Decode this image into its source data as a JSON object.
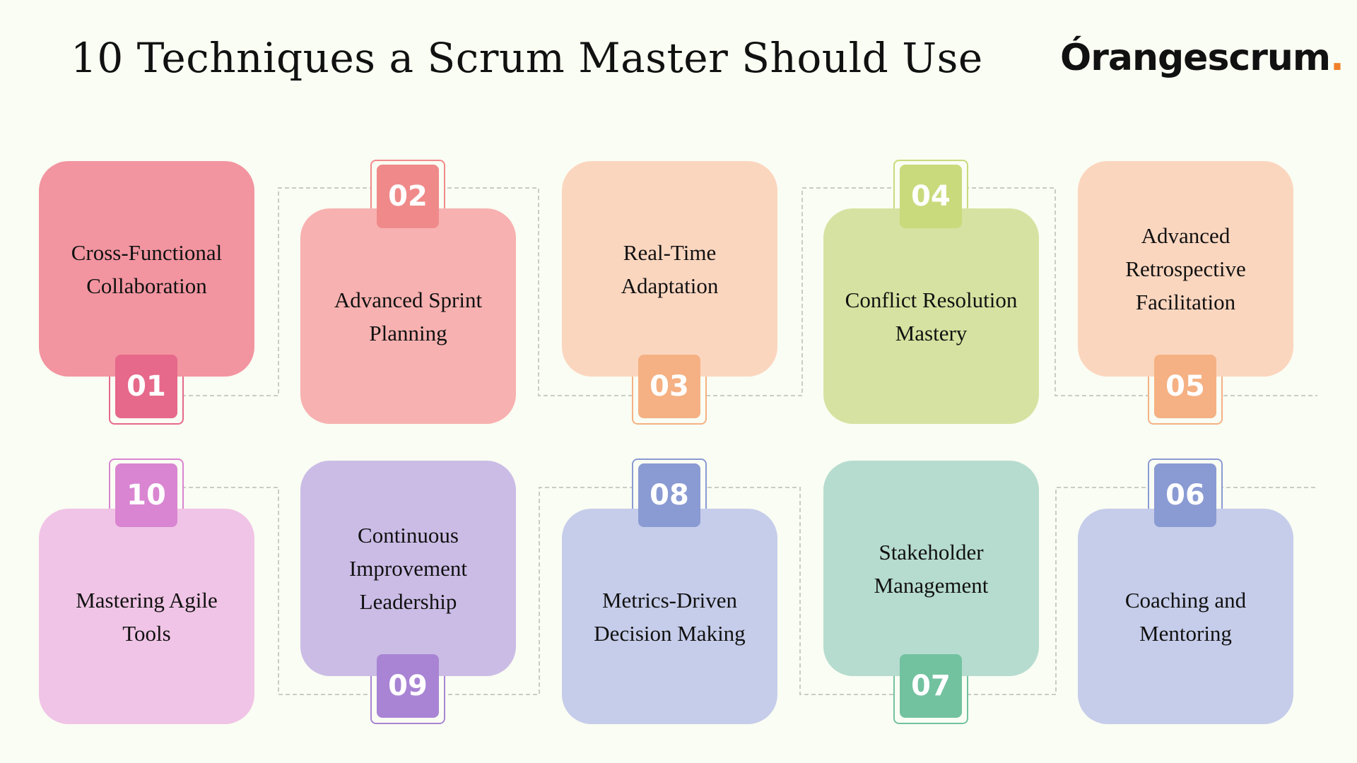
{
  "title": "10 Techniques a Scrum Master Should Use",
  "logo": {
    "text": "Órangescrum",
    "dot": "."
  },
  "steps": [
    {
      "num": "01",
      "label": "Cross-Functional Collaboration",
      "card": "#f295a0",
      "badge": "#e6688a"
    },
    {
      "num": "02",
      "label": "Advanced Sprint Planning",
      "card": "#f7b1b0",
      "badge": "#f08a8a"
    },
    {
      "num": "03",
      "label": "Real-Time Adaptation",
      "card": "#fbd6bf",
      "badge": "#f5b183"
    },
    {
      "num": "04",
      "label": "Conflict Resolution Mastery",
      "card": "#d6e2a1",
      "badge": "#c9da7c"
    },
    {
      "num": "05",
      "label": "Advanced Retrospective Facilitation",
      "card": "#fbd6bf",
      "badge": "#f5b183"
    },
    {
      "num": "06",
      "label": "Coaching and Mentoring",
      "card": "#c6cdea",
      "badge": "#8a9ad3"
    },
    {
      "num": "07",
      "label": "Stakeholder Management",
      "card": "#b6dccf",
      "badge": "#72c2a0"
    },
    {
      "num": "08",
      "label": "Metrics-Driven Decision Making",
      "card": "#c6cdea",
      "badge": "#8a9ad3"
    },
    {
      "num": "09",
      "label": "Continuous Improvement Leadership",
      "card": "#cbbce6",
      "badge": "#a984d4"
    },
    {
      "num": "10",
      "label": "Mastering Agile Tools",
      "card": "#f0c4e6",
      "badge": "#d985d1"
    }
  ]
}
